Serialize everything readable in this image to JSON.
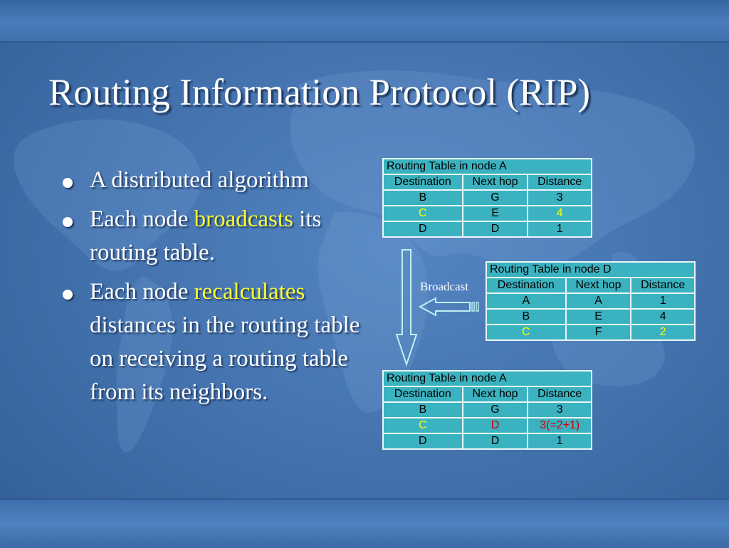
{
  "slide": {
    "title": "Routing Information Protocol (RIP)",
    "bullets": [
      {
        "parts": [
          "A distributed algorithm"
        ]
      },
      {
        "parts": [
          "Each node ",
          "broadcasts",
          " its routing table."
        ]
      },
      {
        "parts": [
          "Each node ",
          "recalculates",
          " distances in the routing table on receiving a routing table from its neighbors."
        ]
      }
    ],
    "broadcast_label": "Broadcast",
    "colors": {
      "highlight": "#ffff33",
      "changed": "#cc0000",
      "table_bg": "#3bb2c0"
    }
  },
  "tables": {
    "a_before": {
      "caption": "Routing Table in node A",
      "headers": [
        "Destination",
        "Next hop",
        "Distance"
      ],
      "rows": [
        [
          "B",
          "G",
          "3"
        ],
        [
          "C",
          "E",
          "4"
        ],
        [
          "D",
          "D",
          "1"
        ]
      ]
    },
    "d": {
      "caption": "Routing Table in node D",
      "headers": [
        "Destination",
        "Next hop",
        "Distance"
      ],
      "rows": [
        [
          "A",
          "A",
          "1"
        ],
        [
          "B",
          "E",
          "4"
        ],
        [
          "C",
          "F",
          "2"
        ]
      ]
    },
    "a_after": {
      "caption": "Routing Table in node A",
      "headers": [
        "Destination",
        "Next hop",
        "Distance"
      ],
      "rows": [
        [
          "B",
          "G",
          "3"
        ],
        [
          "C",
          "D",
          "3(=2+1)"
        ],
        [
          "D",
          "D",
          "1"
        ]
      ]
    }
  }
}
